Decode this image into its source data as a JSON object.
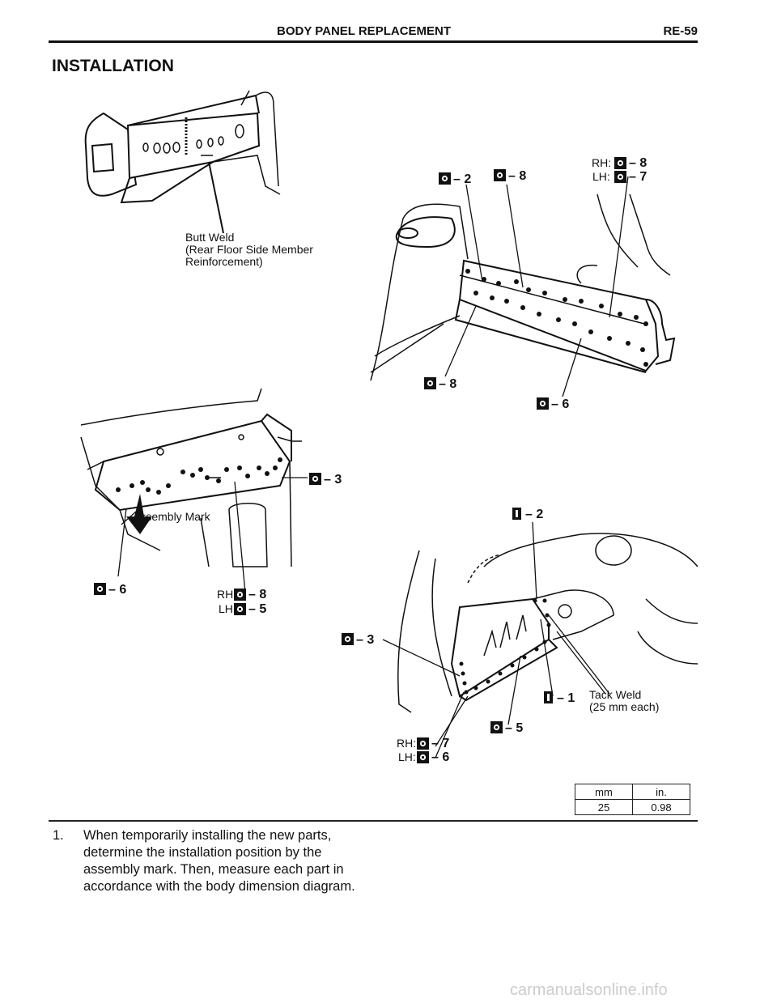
{
  "header": {
    "title": "BODY PANEL REPLACEMENT",
    "page": "RE-59"
  },
  "section_title": "INSTALLATION",
  "figure": {
    "butt_weld": [
      "Butt Weld",
      "(Rear Floor Side Member",
      "Reinforcement)"
    ],
    "assembly_mark": "Assembly Mark",
    "tack_weld": [
      "Tack Weld",
      "(25 mm each)"
    ],
    "rh": "RH:",
    "lh": "LH:",
    "callouts": {
      "tr_2": "2",
      "tr_8": "8",
      "tr_rh": "8",
      "tr_lh": "7",
      "tr_b8": "8",
      "tr_b6": "6",
      "ml_3": "3",
      "ml_6": "6",
      "ml_rh": "8",
      "ml_lh": "5",
      "br_i2": "2",
      "br_3": "3",
      "br_i1": "1",
      "br_5": "5",
      "br_rh": "7",
      "br_lh": "6"
    }
  },
  "unit_table": {
    "headers": [
      "mm",
      "in."
    ],
    "row": [
      "25",
      "0.98"
    ]
  },
  "step": {
    "number": "1.",
    "text": "When temporarily installing the new parts, determine the installation position by the assembly mark. Then, measure each part in accordance with the body dimension diagram."
  },
  "watermark": "carmanualsonline.info"
}
